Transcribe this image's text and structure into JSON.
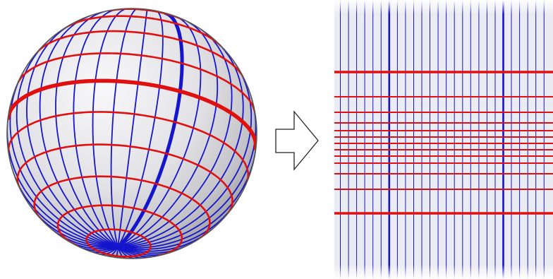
{
  "figure": {
    "panels": [
      "globe",
      "flat-map"
    ],
    "arrow_direction": "right",
    "colors": {
      "latitude": "#e01010",
      "meridian": "#1515cc",
      "globe_light": "#f7f7f9",
      "globe_shade": "#a8a8ae",
      "map_background": "#ebebf3",
      "outline": "#555555"
    }
  }
}
